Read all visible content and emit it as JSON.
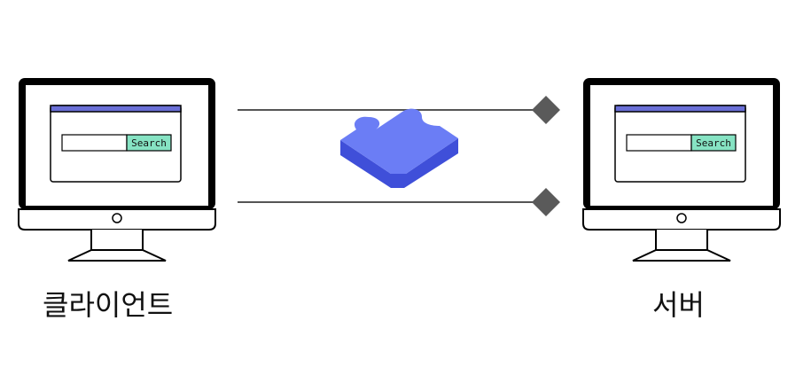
{
  "client": {
    "label": "클라이언트",
    "search_button": "Search"
  },
  "server": {
    "label": "서버",
    "search_button": "Search"
  },
  "colors": {
    "line": "#555555",
    "diamond": "#5a5a5a",
    "monitor_frame": "#000000",
    "window_titlebar": "#6a6fd6",
    "search_button_fill": "#86e3c3",
    "puzzle_top": "#6b7df5",
    "puzzle_side": "#3f4fd9"
  },
  "icons": {
    "center": "puzzle-piece-icon",
    "connector_end": "diamond-icon"
  }
}
